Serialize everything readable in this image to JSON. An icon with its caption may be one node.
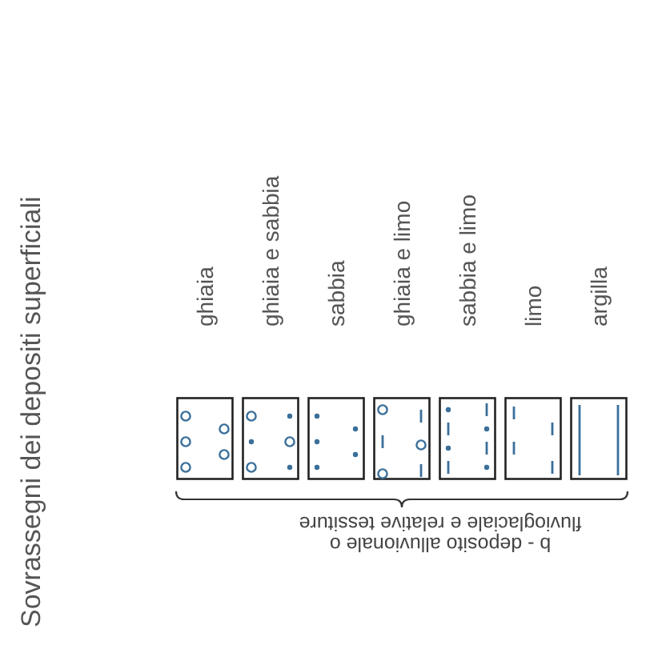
{
  "diagram": {
    "title": "Sovrassegni dei depositi superficiali",
    "labels": [
      "b - deposito alluvionale o fluvioglaciale e relative tessiture"
    ],
    "legend": [
      {
        "text": "ghiaia"
      },
      {
        "text": "ghiaia e sabbia"
      },
      {
        "text": "sabbia"
      },
      {
        "text": "ghiaia e limo"
      },
      {
        "text": "sabbia e limo"
      },
      {
        "text": "limo"
      },
      {
        "text": "argilla"
      }
    ]
  }
}
